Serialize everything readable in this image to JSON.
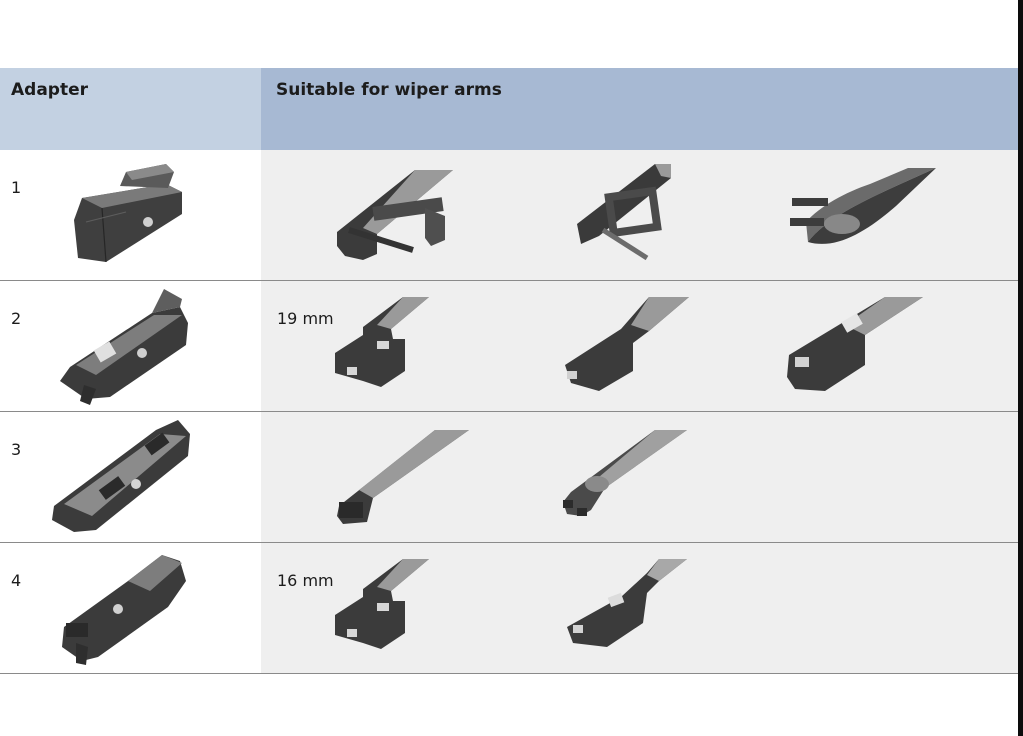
{
  "header": {
    "adapter_label": "Adapter",
    "arms_label": "Suitable for wiper arms"
  },
  "rows": [
    {
      "number": "1",
      "size": "",
      "arms": [
        "hook-arm-icon",
        "side-pin-arm-icon",
        "side-lock-arm-icon"
      ]
    },
    {
      "number": "2",
      "size": "19 mm",
      "arms": [
        "bayonet-arm-icon",
        "slim-top-arm-icon",
        "push-button-arm-icon"
      ]
    },
    {
      "number": "3",
      "size": "",
      "arms": [
        "top-lock-arm-icon",
        "forked-arm-icon"
      ]
    },
    {
      "number": "4",
      "size": "16 mm",
      "arms": [
        "bayonet-arm-16mm-icon",
        "pinch-tab-arm-icon"
      ]
    }
  ]
}
